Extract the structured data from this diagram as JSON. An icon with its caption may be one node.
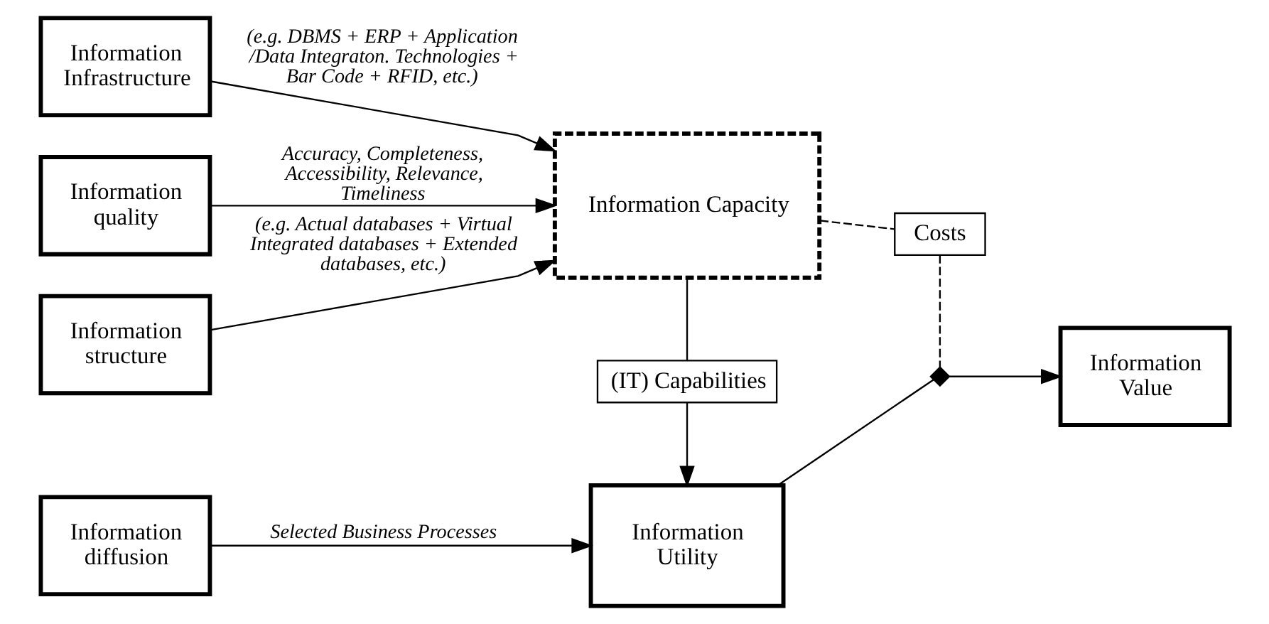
{
  "diagram": {
    "nodes": [
      {
        "text": [
          "Information quality"
        ]
      },
      {
        "text": [
          "Information structure"
        ]
      },
      {
        "text": [
          "Information Infrastructure"
        ]
      },
      {
        "text": [
          "Information diffusion"
        ]
      },
      {
        "text": [
          "Information Capacity"
        ]
      },
      {
        "text": [
          "(IT) Capabilities"
        ]
      },
      {
        "text": [
          "Information Utility"
        ]
      },
      {
        "text": [
          "Costs"
        ]
      },
      {
        "text": [],
        "shape": "diamond"
      },
      {
        "text": [
          "Information Value"
        ]
      }
    ],
    "edges": [
      {
        "from": 0,
        "to": 4,
        "arrow": "to",
        "label": "Accuracy, Completeness, Accessibility, Relevance, Timeliness"
      },
      {
        "from": 1,
        "to": 4,
        "arrow": "to",
        "label": "(e.g. Actual databases + Virtual Integrated databases + Extended databases, etc.)"
      },
      {
        "from": 2,
        "to": 4,
        "arrow": "to",
        "label": "(e.g. DBMS + ERP + Application /Data Integraton. Technologies + Bar Code + RFID, etc.)"
      },
      {
        "from": 3,
        "to": 6,
        "arrow": "to",
        "label": "Selected Business Processes"
      },
      {
        "from": 4,
        "to": 5,
        "arrow": "none"
      },
      {
        "from": 5,
        "to": 6,
        "arrow": "to"
      },
      {
        "from": 6,
        "to": 8,
        "arrow": "none"
      },
      {
        "from": 8,
        "to": 9,
        "arrow": "to"
      },
      {
        "from": 4,
        "to": 7,
        "arrow": "none",
        "style": "dashed"
      },
      {
        "from": 7,
        "to": 8,
        "arrow": "none",
        "style": "dashed"
      }
    ]
  }
}
